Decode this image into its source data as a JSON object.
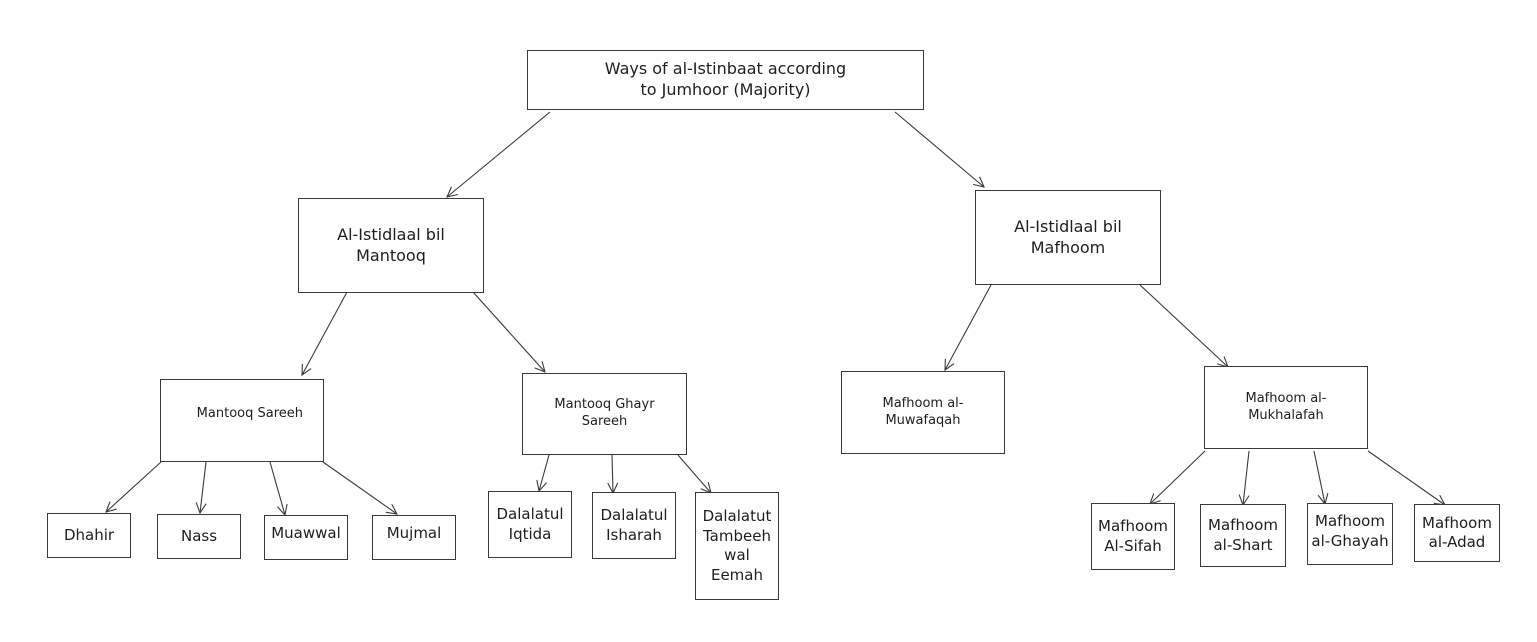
{
  "diagram": {
    "root": "Ways of al-Istinbaat according\nto Jumhoor (Majority)",
    "mantooq": "Al-Istidlaal bil\nMantooq",
    "mafhoom": "Al-Istidlaal bil\nMafhoom",
    "mantooq_sareeh": "Mantooq Sareeh",
    "mantooq_ghayr_sareeh": "Mantooq Ghayr\nSareeh",
    "mafhoom_muwafaqah": "Mafhoom al-\nMuwafaqah",
    "mafhoom_mukhalafah": "Mafhoom al-\nMukhalafah",
    "dhahir": "Dhahir",
    "nass": "Nass",
    "muawwal": "Muawwal",
    "mujmal": "Mujmal",
    "iqtida": "Dalalatul\nIqtida",
    "isharah": "Dalalatul\nIsharah",
    "tambeeh": "Dalalatut\nTambeeh\nwal\nEemah",
    "sifah": "Mafhoom\nAl-Sifah",
    "shart": "Mafhoom\nal-Shart",
    "ghayah": "Mafhoom\nal-Ghayah",
    "adad": "Mafhoom\nal-Adad"
  },
  "edges": [
    [
      "root",
      "mantooq"
    ],
    [
      "root",
      "mafhoom"
    ],
    [
      "mantooq",
      "mantooq_sareeh"
    ],
    [
      "mantooq",
      "mantooq_ghayr_sareeh"
    ],
    [
      "mafhoom",
      "mafhoom_muwafaqah"
    ],
    [
      "mafhoom",
      "mafhoom_mukhalafah"
    ],
    [
      "mantooq_sareeh",
      "dhahir"
    ],
    [
      "mantooq_sareeh",
      "nass"
    ],
    [
      "mantooq_sareeh",
      "muawwal"
    ],
    [
      "mantooq_sareeh",
      "mujmal"
    ],
    [
      "mantooq_ghayr_sareeh",
      "iqtida"
    ],
    [
      "mantooq_ghayr_sareeh",
      "isharah"
    ],
    [
      "mantooq_ghayr_sareeh",
      "tambeeh"
    ],
    [
      "mafhoom_mukhalafah",
      "sifah"
    ],
    [
      "mafhoom_mukhalafah",
      "shart"
    ],
    [
      "mafhoom_mukhalafah",
      "ghayah"
    ],
    [
      "mafhoom_mukhalafah",
      "adad"
    ]
  ]
}
